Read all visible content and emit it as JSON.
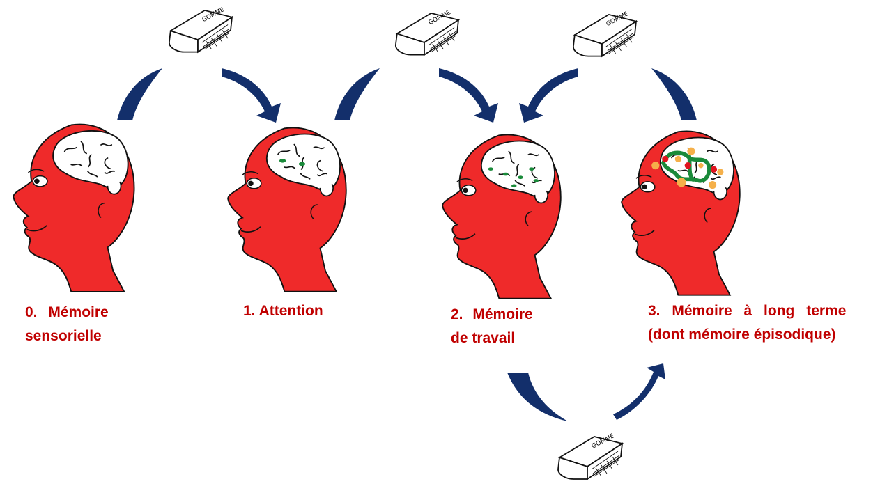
{
  "stages": [
    {
      "line1": "0. Mémoire",
      "line2": "sensorielle"
    },
    {
      "line1": "1. Attention",
      "line2": ""
    },
    {
      "line1": "2. Mémoire",
      "line2": "de travail"
    },
    {
      "line1": "3. Mémoire à long terme",
      "line2": "(dont mémoire épisodique)"
    }
  ],
  "eraser_text": "GOMME",
  "colors": {
    "label": "#c00000",
    "head": "#ef2a2a",
    "arrow": "#132f6b",
    "memory_trace": "#1a8a3a",
    "memory_dot_red": "#e0141e",
    "memory_dot_orange": "#f5b04a"
  }
}
